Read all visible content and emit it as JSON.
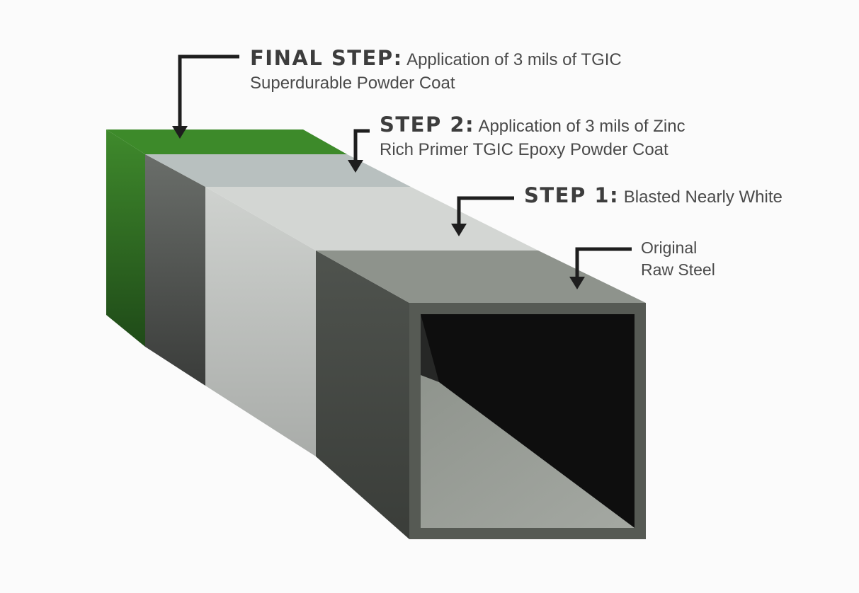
{
  "colors": {
    "final_coat_top": "#3d8a2a",
    "final_coat_side": "#2f6a22",
    "primer_top": "#b8c0bf",
    "primer_side": "#4a4d4a",
    "blasted_top": "#d3d6d3",
    "blasted_side": "#b9bcb9",
    "raw_top": "#8e938c",
    "raw_front": "#565a54",
    "raw_side": "#444844",
    "text": "#4a4a4a",
    "arrow": "#1e1e1e"
  },
  "labels": {
    "final": {
      "heading": "FINAL STEP:",
      "desc_line1": "Application of 3 mils of TGIC",
      "desc_line2": "Superdurable Powder Coat"
    },
    "step2": {
      "heading": "STEP 2:",
      "desc_line1": "Application of 3 mils of Zinc",
      "desc_line2": "Rich Primer TGIC Epoxy Powder Coat"
    },
    "step1": {
      "heading": "STEP 1:",
      "desc": "Blasted Nearly White"
    },
    "raw": {
      "line1": "Original",
      "line2": "Raw Steel"
    }
  }
}
